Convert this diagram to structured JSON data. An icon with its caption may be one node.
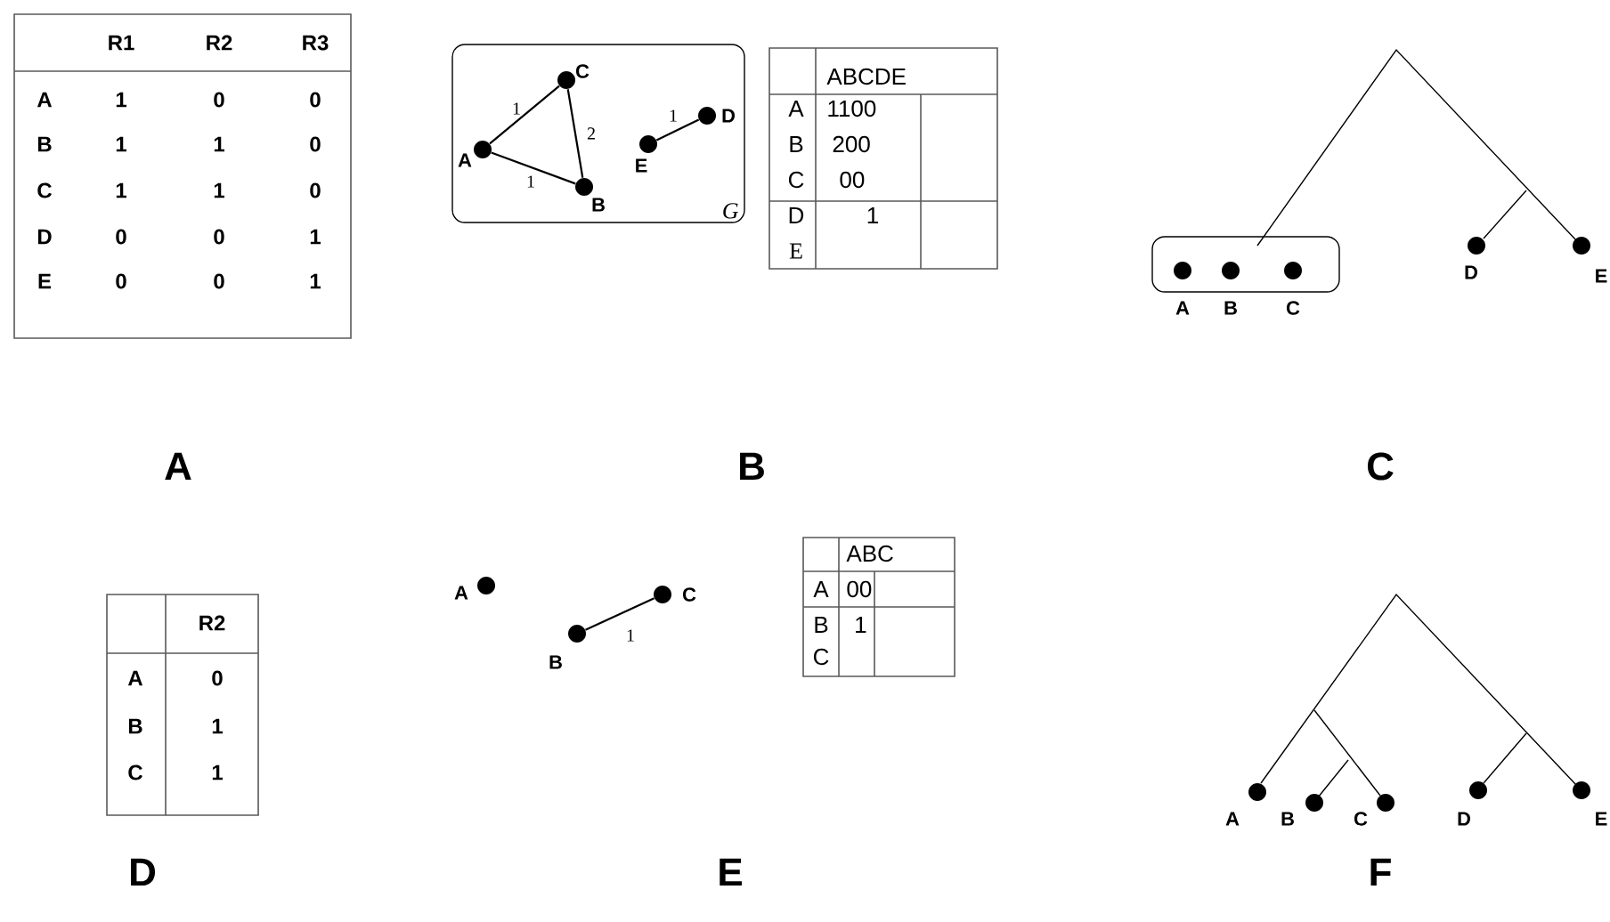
{
  "diagram": {
    "nodes": [
      {
        "text": [
          "G"
        ]
      },
      {
        "text": [],
        "shape": "circle",
        "beside": [
          "A"
        ],
        "in": 0
      },
      {
        "text": [],
        "shape": "circle",
        "beside": [
          "C"
        ],
        "in": 0
      },
      {
        "text": [],
        "shape": "circle",
        "beside": [
          "B"
        ],
        "in": 0
      },
      {
        "text": [],
        "shape": "circle",
        "beside": [
          "E"
        ],
        "in": 0
      },
      {
        "text": [],
        "shape": "circle",
        "beside": [
          "D"
        ],
        "in": 0
      },
      {
        "text": [],
        "shape": "box"
      },
      {
        "text": [],
        "shape": "circle",
        "beside": [
          "A"
        ],
        "in": 6
      },
      {
        "text": [],
        "shape": "circle",
        "beside": [
          "B"
        ],
        "in": 6
      },
      {
        "text": [],
        "shape": "circle",
        "beside": [
          "C"
        ],
        "in": 6
      },
      {
        "text": [],
        "shape": "circle",
        "beside": [
          "D"
        ]
      },
      {
        "text": [],
        "shape": "circle",
        "beside": [
          "E"
        ]
      },
      {
        "text": [],
        "shape": "circle",
        "beside": [
          "A"
        ]
      },
      {
        "text": [],
        "shape": "circle",
        "beside": [
          "B"
        ]
      },
      {
        "text": [],
        "shape": "circle",
        "beside": [
          "C"
        ]
      },
      {
        "text": [],
        "shape": "circle",
        "beside": [
          "A"
        ]
      },
      {
        "text": [],
        "shape": "circle",
        "beside": [
          "B"
        ]
      },
      {
        "text": [],
        "shape": "circle",
        "beside": [
          "C"
        ]
      },
      {
        "text": [],
        "shape": "circle",
        "beside": [
          "D"
        ]
      },
      {
        "text": [],
        "shape": "circle",
        "beside": [
          "E"
        ]
      }
    ],
    "edges": [
      {
        "from": 1,
        "to": 2,
        "arrow": "none",
        "label": "1"
      },
      {
        "from": 2,
        "to": 3,
        "arrow": "none",
        "label": "2"
      },
      {
        "from": 1,
        "to": 3,
        "arrow": "none",
        "label": "1"
      },
      {
        "from": 4,
        "to": 5,
        "arrow": "none",
        "label": "1"
      },
      {
        "from": 13,
        "to": 14,
        "arrow": "none",
        "label": "1"
      }
    ],
    "labels": [
      "R1",
      "R2",
      "R3",
      "A",
      "1",
      "0",
      "0",
      "B",
      "1",
      "1",
      "0",
      "C",
      "1",
      "1",
      "0",
      "D",
      "0",
      "0",
      "1",
      "E",
      "0",
      "0",
      "1",
      "ABCDE",
      "A",
      "1100",
      "B",
      "200",
      "C",
      "00",
      "D",
      "1",
      "E",
      "A",
      "B",
      "C",
      "R2",
      "A",
      "0",
      "B",
      "1",
      "C",
      "1",
      "ABC",
      "A",
      "00",
      "B",
      "1",
      "C",
      "D",
      "E",
      "F"
    ]
  }
}
